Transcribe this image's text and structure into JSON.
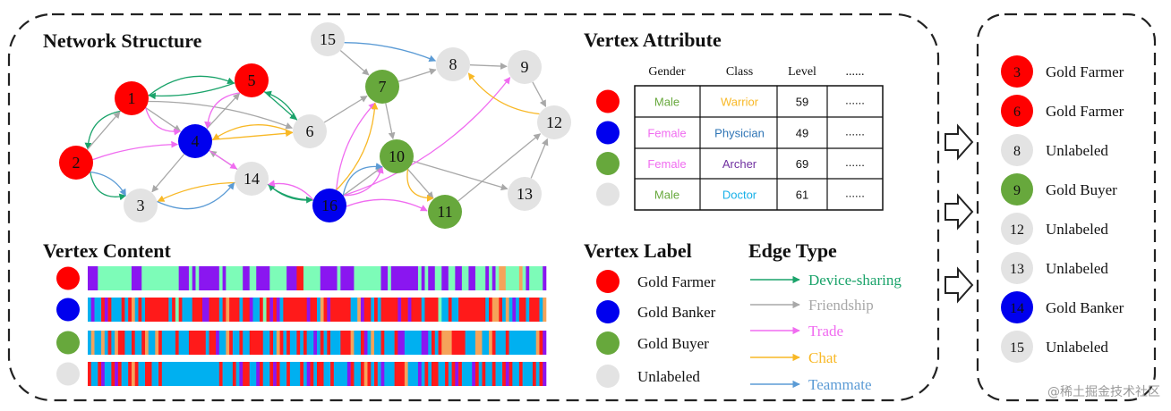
{
  "colors": {
    "gold_farmer": "#ff0000",
    "gold_banker": "#0000ee",
    "gold_buyer": "#67a83c",
    "unlabeled": "#e3e3e3",
    "device_sharing": "#1aa36a",
    "friendship": "#a8a8a8",
    "trade": "#f06cf0",
    "chat": "#f8b826",
    "teammate": "#5b9bd5"
  },
  "headings": {
    "network_structure": "Network Structure",
    "vertex_content": "Vertex Content",
    "vertex_attribute": "Vertex Attribute",
    "vertex_label": "Vertex Label",
    "edge_type": "Edge Type"
  },
  "network": {
    "nodes": [
      {
        "id": "1",
        "cls": "gold_farmer"
      },
      {
        "id": "2",
        "cls": "gold_farmer"
      },
      {
        "id": "3",
        "cls": "unlabeled"
      },
      {
        "id": "4",
        "cls": "gold_banker"
      },
      {
        "id": "5",
        "cls": "gold_farmer"
      },
      {
        "id": "6",
        "cls": "unlabeled"
      },
      {
        "id": "7",
        "cls": "gold_buyer"
      },
      {
        "id": "8",
        "cls": "unlabeled"
      },
      {
        "id": "9",
        "cls": "unlabeled"
      },
      {
        "id": "10",
        "cls": "gold_buyer"
      },
      {
        "id": "11",
        "cls": "gold_buyer"
      },
      {
        "id": "12",
        "cls": "unlabeled"
      },
      {
        "id": "13",
        "cls": "unlabeled"
      },
      {
        "id": "14",
        "cls": "unlabeled"
      },
      {
        "id": "15",
        "cls": "unlabeled"
      },
      {
        "id": "16",
        "cls": "gold_banker"
      }
    ],
    "edges": [
      {
        "from": "1",
        "to": "2",
        "type": "device_sharing",
        "bend": 22
      },
      {
        "from": "1",
        "to": "5",
        "type": "device_sharing",
        "bend": -28
      },
      {
        "from": "5",
        "to": "1",
        "type": "device_sharing",
        "bend": -10
      },
      {
        "from": "2",
        "to": "3",
        "type": "device_sharing",
        "bend": 25
      },
      {
        "from": "5",
        "to": "6",
        "type": "device_sharing",
        "bend": 0
      },
      {
        "from": "6",
        "to": "5",
        "type": "device_sharing",
        "bend": 10
      },
      {
        "from": "16",
        "to": "14",
        "type": "device_sharing",
        "bend": -12
      },
      {
        "from": "14",
        "to": "16",
        "type": "device_sharing",
        "bend": 10
      },
      {
        "from": "1",
        "to": "4",
        "type": "friendship",
        "bend": 0
      },
      {
        "from": "2",
        "to": "1",
        "type": "friendship",
        "bend": 0
      },
      {
        "from": "4",
        "to": "5",
        "type": "friendship",
        "bend": 0
      },
      {
        "from": "4",
        "to": "3",
        "type": "friendship",
        "bend": 0
      },
      {
        "from": "6",
        "to": "7",
        "type": "friendship",
        "bend": 0
      },
      {
        "from": "15",
        "to": "7",
        "type": "friendship",
        "bend": 0
      },
      {
        "from": "7",
        "to": "8",
        "type": "friendship",
        "bend": 0
      },
      {
        "from": "8",
        "to": "9",
        "type": "friendship",
        "bend": 0
      },
      {
        "from": "7",
        "to": "10",
        "type": "friendship",
        "bend": 0
      },
      {
        "from": "10",
        "to": "11",
        "type": "friendship",
        "bend": 0
      },
      {
        "from": "10",
        "to": "13",
        "type": "friendship",
        "bend": 0
      },
      {
        "from": "9",
        "to": "12",
        "type": "friendship",
        "bend": 0
      },
      {
        "from": "11",
        "to": "12",
        "type": "friendship",
        "bend": 0
      },
      {
        "from": "13",
        "to": "12",
        "type": "friendship",
        "bend": 0
      },
      {
        "from": "1",
        "to": "6",
        "type": "friendship",
        "bend": -15
      },
      {
        "from": "16",
        "to": "10",
        "type": "friendship",
        "bend": 0
      },
      {
        "from": "14",
        "to": "4",
        "type": "friendship",
        "bend": 0
      },
      {
        "from": "1",
        "to": "4",
        "type": "trade",
        "bend": 20
      },
      {
        "from": "2",
        "to": "4",
        "type": "trade",
        "bend": -8
      },
      {
        "from": "5",
        "to": "4",
        "type": "trade",
        "bend": 22
      },
      {
        "from": "4",
        "to": "14",
        "type": "trade",
        "bend": 0
      },
      {
        "from": "16",
        "to": "14",
        "type": "trade",
        "bend": 15
      },
      {
        "from": "16",
        "to": "10",
        "type": "trade",
        "bend": 20
      },
      {
        "from": "16",
        "to": "7",
        "type": "trade",
        "bend": -18
      },
      {
        "from": "16",
        "to": "9",
        "type": "trade",
        "bend": 35
      },
      {
        "from": "16",
        "to": "11",
        "type": "trade",
        "bend": -20
      },
      {
        "from": "4",
        "to": "6",
        "type": "chat",
        "bend": 0
      },
      {
        "from": "6",
        "to": "4",
        "type": "chat",
        "bend": 25
      },
      {
        "from": "14",
        "to": "3",
        "type": "chat",
        "bend": 10
      },
      {
        "from": "16",
        "to": "7",
        "type": "chat",
        "bend": 20
      },
      {
        "from": "12",
        "to": "8",
        "type": "chat",
        "bend": -20
      },
      {
        "from": "10",
        "to": "11",
        "type": "chat",
        "bend": 25
      },
      {
        "from": "2",
        "to": "3",
        "type": "teammate",
        "bend": -12
      },
      {
        "from": "3",
        "to": "14",
        "type": "teammate",
        "bend": 35
      },
      {
        "from": "15",
        "to": "8",
        "type": "teammate",
        "bend": -10
      },
      {
        "from": "16",
        "to": "10",
        "type": "teammate",
        "bend": -25
      }
    ]
  },
  "vertex_attribute": {
    "columns": [
      "Gender",
      "Class",
      "Level",
      "......"
    ],
    "rows": [
      {
        "dot": "gold_farmer",
        "gender": "Male",
        "gender_color": "#67a83c",
        "class": "Warrior",
        "class_color": "#f8b826",
        "level": "59",
        "more": "......"
      },
      {
        "dot": "gold_banker",
        "gender": "Female",
        "gender_color": "#f06cf0",
        "class": "Physician",
        "class_color": "#2e74b5",
        "level": "49",
        "more": "......"
      },
      {
        "dot": "gold_buyer",
        "gender": "Female",
        "gender_color": "#f06cf0",
        "class": "Archer",
        "class_color": "#7030a0",
        "level": "69",
        "more": "......"
      },
      {
        "dot": "unlabeled",
        "gender": "Male",
        "gender_color": "#67a83c",
        "class": "Doctor",
        "class_color": "#17b0e8",
        "level": "61",
        "more": "......"
      }
    ]
  },
  "vertex_content": {
    "palette": [
      "#8a16f0",
      "#7dfcb8",
      "#ff1a1a",
      "#00b0f0",
      "#f5a35a",
      "#ffffff"
    ],
    "rows": [
      {
        "dot": "gold_farmer",
        "seq": "0001111111111000111111111110001010000001011111001100001111100022111110000010000111111110010000000010100110011001100111010144111141011110"
      },
      {
        "dot": "gold_banker",
        "seq": "3033202333232432322222223212333222002223242223220332120203222222202234202222223340223232222202202223222213323322222222324423430322322234"
      },
      {
        "dot": "gold_buyer",
        "seq": "3433432342233233243342333323332222232203342332332222332342323323233032323332224332034332333200333330032324442222333443342333233333333420"
      },
      {
        "dot": "unlabeled",
        "seq": "2332033202332423322332333333333333333332333230223302332023323332302322332333302332423230333222433303232233232023330232332332023323332320"
      }
    ]
  },
  "vertex_label": {
    "items": [
      {
        "cls": "gold_farmer",
        "label": "Gold Farmer"
      },
      {
        "cls": "gold_banker",
        "label": "Gold Banker"
      },
      {
        "cls": "gold_buyer",
        "label": "Gold Buyer"
      },
      {
        "cls": "unlabeled",
        "label": "Unlabeled"
      }
    ]
  },
  "edge_type": {
    "items": [
      {
        "type": "device_sharing",
        "label": "Device-sharing"
      },
      {
        "type": "friendship",
        "label": "Friendship"
      },
      {
        "type": "trade",
        "label": "Trade"
      },
      {
        "type": "chat",
        "label": "Chat"
      },
      {
        "type": "teammate",
        "label": "Teammate"
      }
    ]
  },
  "results": {
    "items": [
      {
        "id": "3",
        "cls": "gold_farmer",
        "label": "Gold Farmer"
      },
      {
        "id": "6",
        "cls": "gold_farmer",
        "label": "Gold Farmer"
      },
      {
        "id": "8",
        "cls": "unlabeled",
        "label": "Unlabeled"
      },
      {
        "id": "9",
        "cls": "gold_buyer",
        "label": "Gold Buyer"
      },
      {
        "id": "12",
        "cls": "unlabeled",
        "label": "Unlabeled"
      },
      {
        "id": "13",
        "cls": "unlabeled",
        "label": "Unlabeled"
      },
      {
        "id": "14",
        "cls": "gold_banker",
        "label": "Gold Banker"
      },
      {
        "id": "15",
        "cls": "unlabeled",
        "label": "Unlabeled"
      }
    ]
  },
  "watermark": "@稀土掘金技术社区"
}
